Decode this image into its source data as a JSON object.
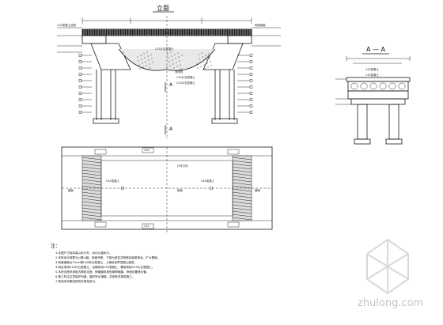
{
  "elevation": {
    "title": "立面",
    "section_mark": "A",
    "labels": [
      "C30混凝土台帽",
      "桥面铺装",
      "C25片石混凝土",
      "河床线",
      "C25片石混凝土",
      "C25片石混凝土"
    ]
  },
  "section": {
    "title": "A — A",
    "labels": [
      "C40混凝土",
      "C30混凝土"
    ]
  },
  "plan": {
    "labels": [
      "C40混凝土",
      "C40混凝土",
      "行车方向",
      "路面",
      "桥面",
      "路面",
      "C30",
      "C25"
    ]
  },
  "notes": {
    "heading": "注：",
    "lines": [
      "1.本图尺寸除标高以米计外，余均以厘米计。",
      "2.本桥设计荷载为公路-Ⅱ级，桥面净宽，下部为桩柱式桥墩及轻型桥台，扩大基础。",
      "3.桥面铺装为10cm厚C40防水混凝土，上铺设沥青混凝土面层。",
      "4.桥台采用C25片石混凝土，台帽采用C30混凝土，基础采用C25片石混凝土。",
      "5.本桥支座采用板式橡胶支座，伸缩缝采用型钢伸缩缝，桥面设置泄水管。",
      "6.施工时应注意保护河道，做好排水措施，并按有关规范施工。",
      "7.其他未尽事宜按有关规范执行。"
    ]
  },
  "watermark": {
    "text": "zhulong.com"
  },
  "colors": {
    "ink": "#1a1a1a",
    "watermark": "#c8c8c8"
  }
}
